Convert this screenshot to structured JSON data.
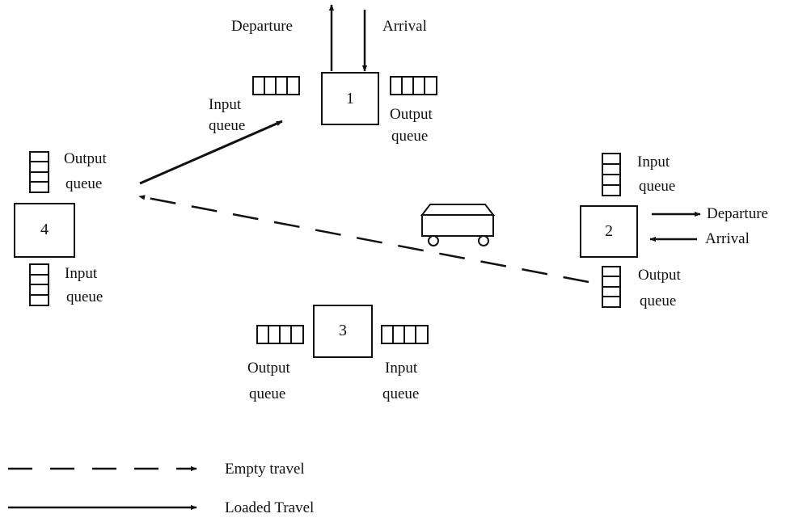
{
  "stations": [
    {
      "id": "1",
      "label": "1",
      "input_queue": [
        "Input",
        "queue"
      ],
      "output_queue": [
        "Output",
        "queue"
      ]
    },
    {
      "id": "2",
      "label": "2",
      "input_queue": [
        "Input",
        "queue"
      ],
      "output_queue": [
        "Output",
        "queue"
      ]
    },
    {
      "id": "3",
      "label": "3",
      "input_queue": [
        "Input",
        "queue"
      ],
      "output_queue": [
        "Output",
        "queue"
      ]
    },
    {
      "id": "4",
      "label": "4",
      "input_queue": [
        "Input",
        "queue"
      ],
      "output_queue": [
        "Output",
        "queue"
      ]
    }
  ],
  "flows": {
    "departure": "Departure",
    "arrival": "Arrival"
  },
  "legend": {
    "empty_travel": "Empty travel",
    "loaded_travel": "Loaded Travel"
  },
  "icons": {
    "vehicle": "agv-cart-icon"
  },
  "colors": {
    "ink": "#111111",
    "background": "#ffffff"
  }
}
